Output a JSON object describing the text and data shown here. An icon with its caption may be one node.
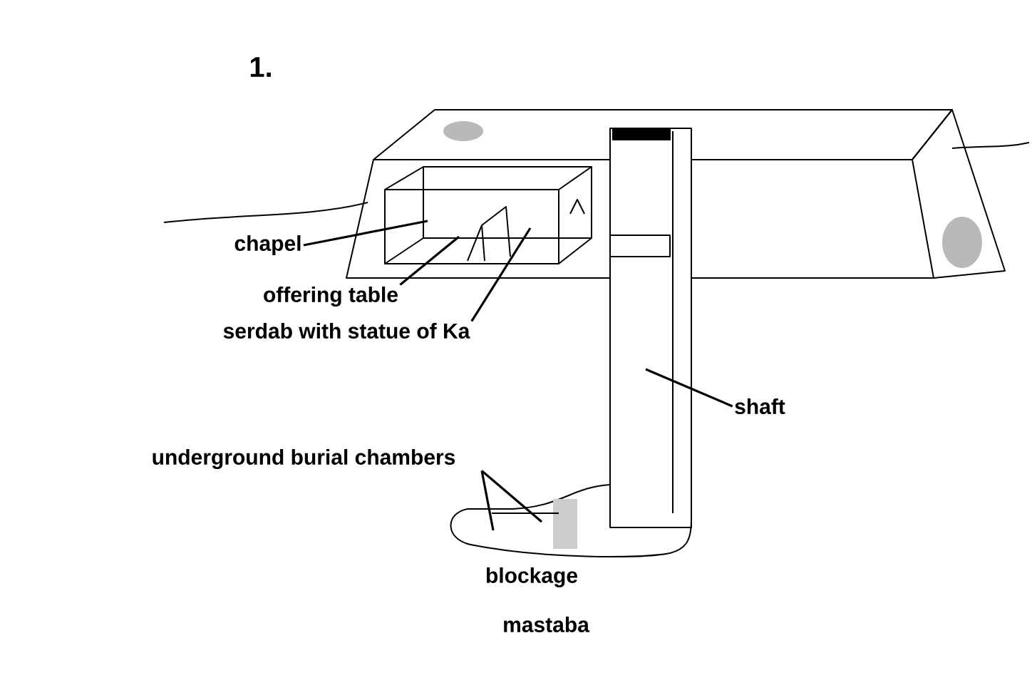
{
  "diagram": {
    "nodes": [
      {
        "text": [
          "chapel"
        ]
      },
      {
        "text": [
          "offering table"
        ]
      },
      {
        "text": [
          "serdab with statue of Ka"
        ]
      },
      {
        "text": [
          "shaft"
        ]
      },
      {
        "text": [
          "underground burial chambers"
        ]
      }
    ],
    "edges": [
      {
        "from": 0,
        "to": null,
        "arrow": "none"
      },
      {
        "from": 1,
        "to": null,
        "arrow": "none"
      },
      {
        "from": 2,
        "to": null,
        "arrow": "none"
      },
      {
        "from": 3,
        "to": null,
        "arrow": "none"
      },
      {
        "from": 4,
        "to": null,
        "arrow": "none"
      },
      {
        "from": 4,
        "to": null,
        "arrow": "none"
      }
    ],
    "labels": [
      "1.",
      "blockage",
      "mastaba"
    ]
  }
}
